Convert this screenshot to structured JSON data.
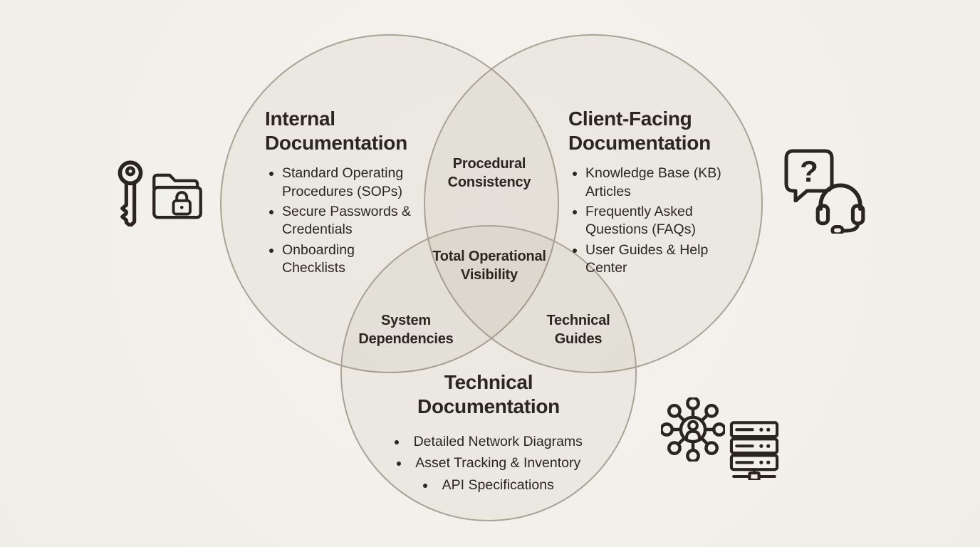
{
  "diagram": {
    "colors": {
      "background": "#f2f0ea",
      "circle_stroke": "#a8a394",
      "circle_fill_tint": "#8a7a58",
      "text": "#2b2620"
    },
    "sets": {
      "internal": {
        "title": "Internal Documentation",
        "items": [
          "Standard Operating Procedures (SOPs)",
          "Secure Passwords & Credentials",
          "Onboarding Checklists"
        ]
      },
      "client": {
        "title": "Client-Facing Documentation",
        "items": [
          "Knowledge Base (KB) Articles",
          "Frequently Asked Questions (FAQs)",
          "User Guides & Help Center"
        ]
      },
      "technical": {
        "title": "Technical Documentation",
        "items": [
          "Detailed Network Diagrams",
          "Asset Tracking & Inventory",
          "API Specifications"
        ]
      }
    },
    "overlaps": {
      "internal_client": "Procedural Consistency",
      "internal_technical": "System Dependencies",
      "client_technical": "Technical Guides",
      "center": "Total Operational Visibility"
    },
    "icons": {
      "left_group": [
        "key-icon",
        "locked-folder-icon"
      ],
      "right_group": [
        "question-bubble-icon",
        "headset-icon"
      ],
      "bottom_group": [
        "network-people-icon",
        "server-rack-icon"
      ],
      "question_glyph": "?"
    }
  }
}
